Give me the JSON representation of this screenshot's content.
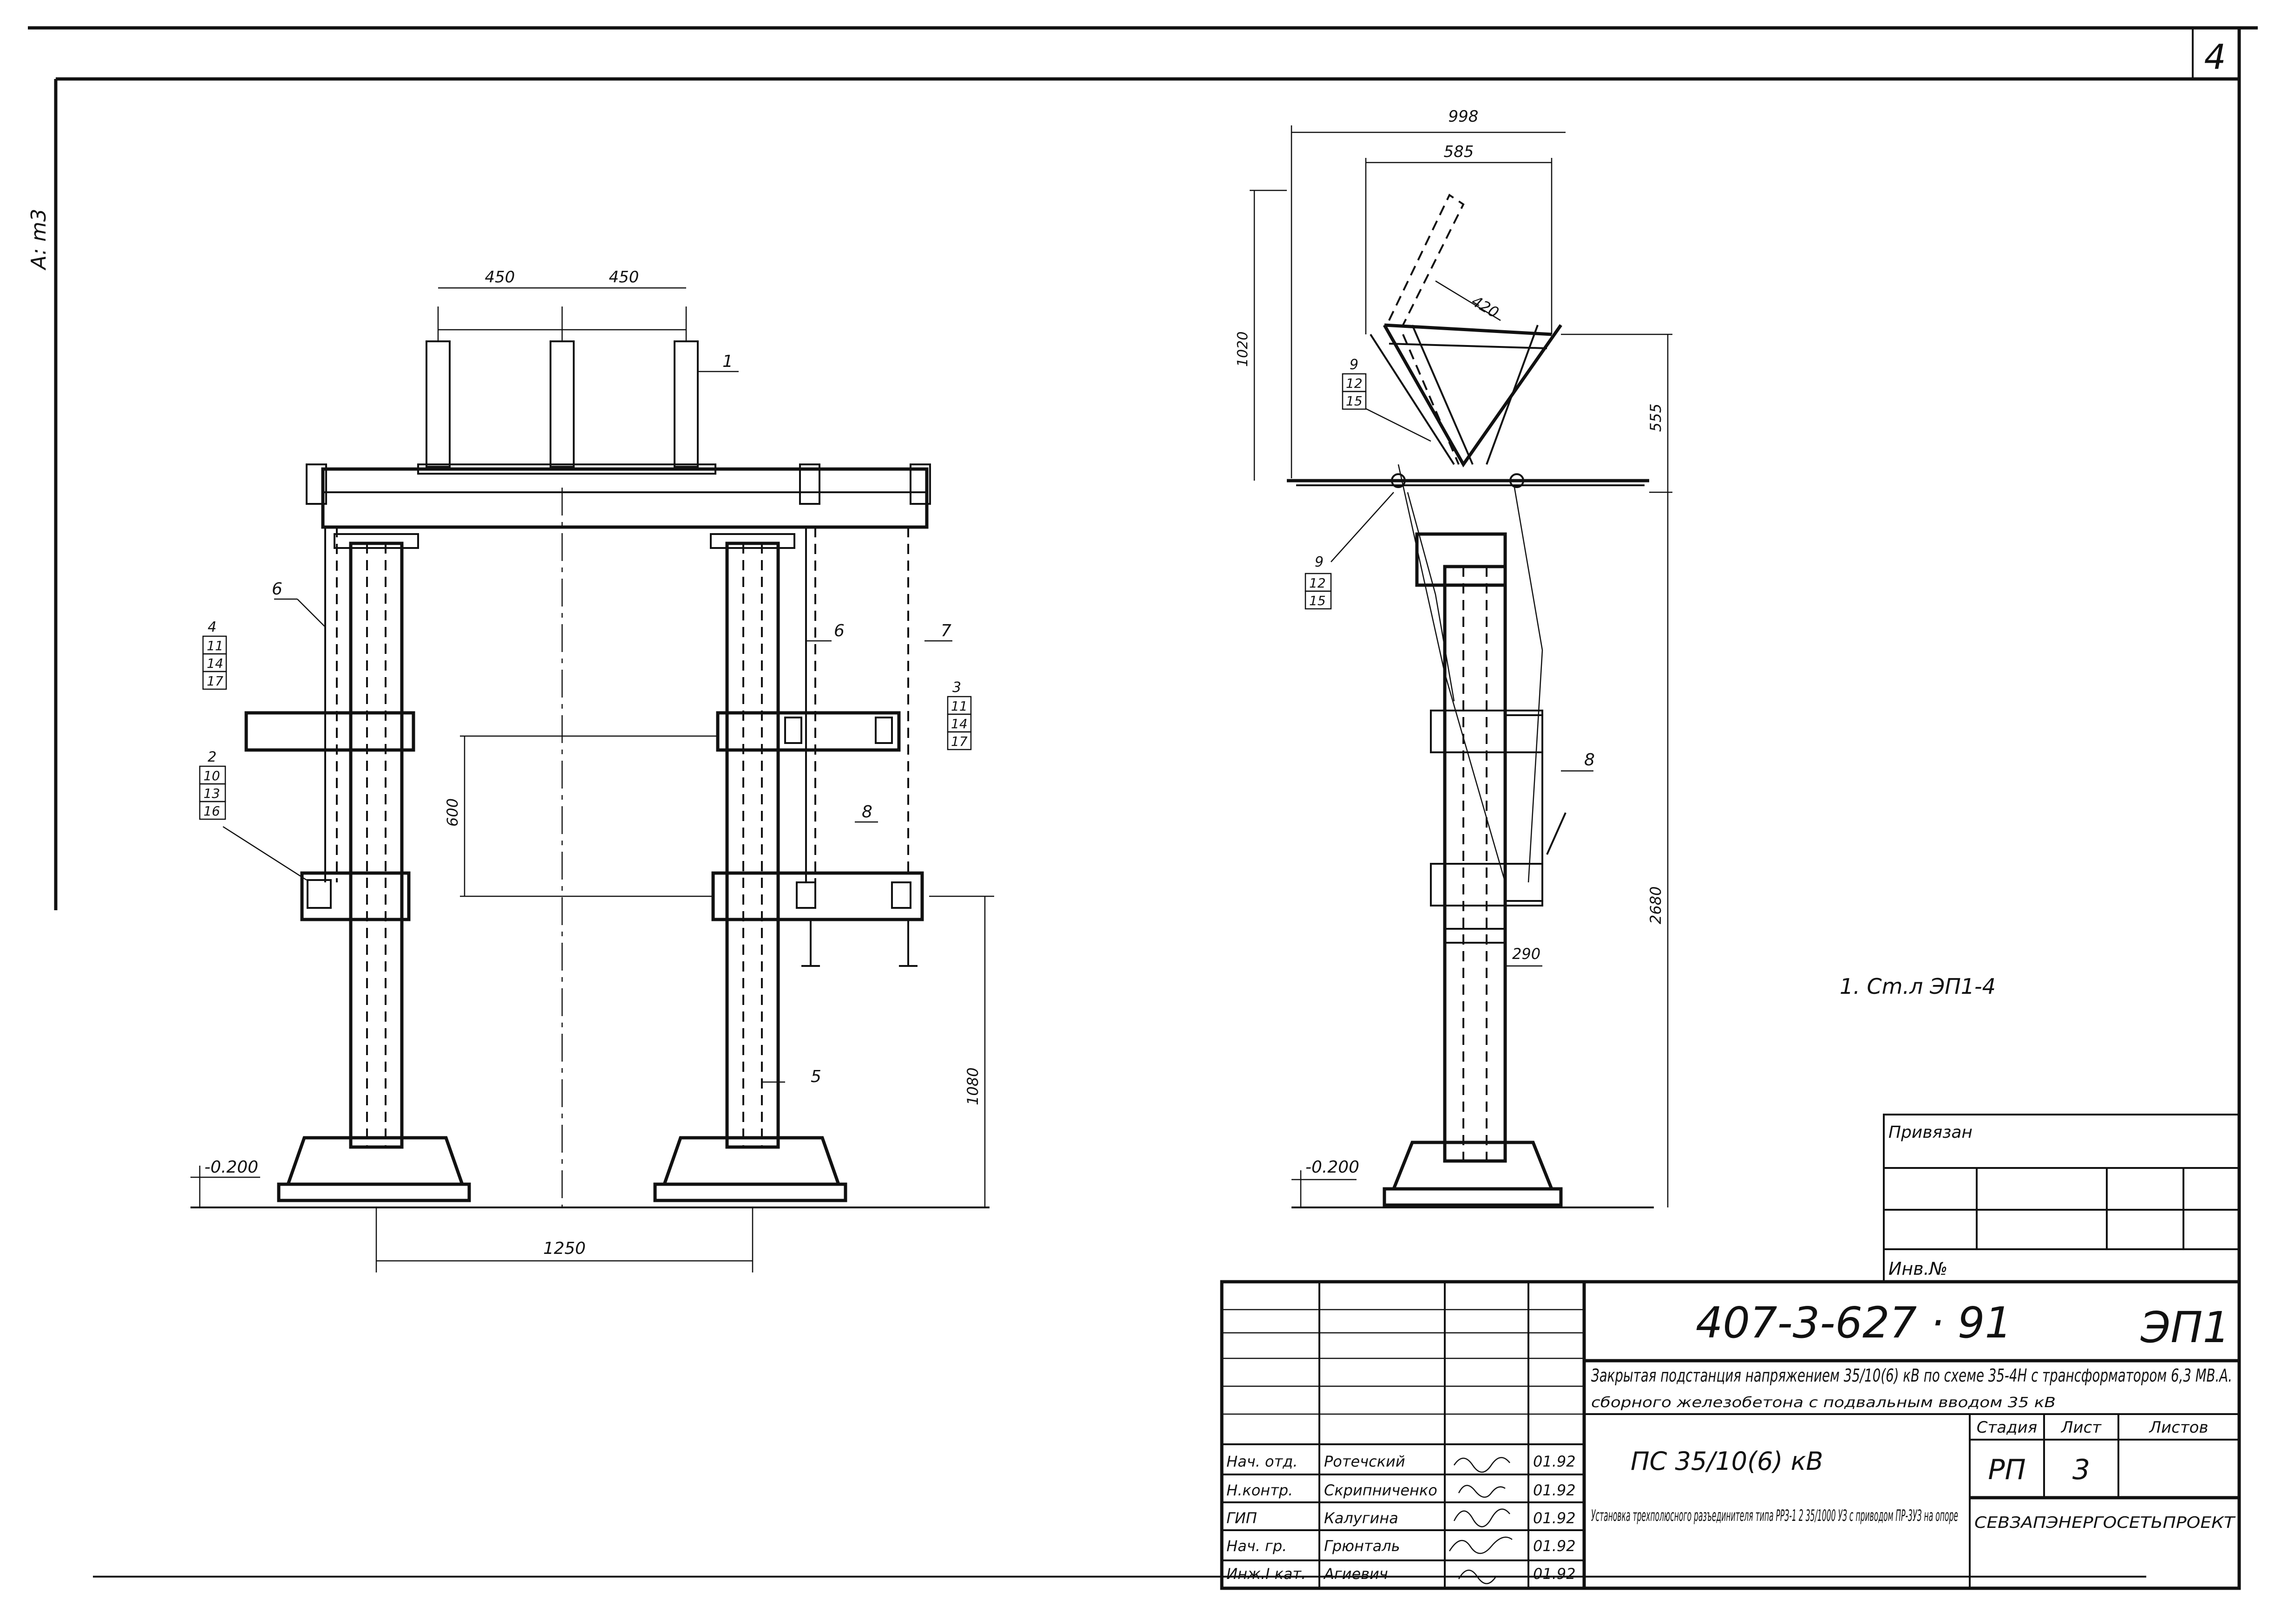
{
  "sheet": {
    "number": "4",
    "margin_note": "A: m3"
  },
  "front_view": {
    "dims": {
      "phase_spacing_1": "450",
      "phase_spacing_2": "450",
      "base_width": "1250",
      "height_600": "600",
      "height_1080": "1080",
      "level": "-0.200"
    },
    "labels": {
      "p1": "1",
      "p6a": "6",
      "p6b": "6",
      "p7": "7",
      "p8": "8",
      "p5": "5",
      "left_upper": [
        "4",
        "11",
        "14",
        "17"
      ],
      "left_lower": [
        "2",
        "10",
        "13",
        "16"
      ],
      "right_group": [
        "3",
        "11",
        "14",
        "17"
      ]
    }
  },
  "side_view": {
    "dims": {
      "top_998": "998",
      "top_585": "585",
      "blade_420": "420",
      "height_1020": "1020",
      "height_555": "555",
      "height_2680": "2680",
      "offset_290": "290",
      "level": "-0.200"
    },
    "labels": {
      "group_top": [
        "9",
        "12",
        "15"
      ],
      "group_mid": [
        "9",
        "12",
        "15"
      ],
      "p8": "8"
    }
  },
  "note": "1. Cm.л ЭП1-4",
  "stamp": {
    "privyazan": "Привязан",
    "inv_no": "Инв.№",
    "doc_code": "407-3-627 · 91",
    "mark": "ЭП1",
    "object_title": "Закрытая подстанция напряжением 35/10(6) кВ по схеме 35-4Н с трансформатором 6,3 МВ.А.",
    "object_subtitle": "сборного железобетона с подвальным вводом 35 кВ",
    "unit_name": "ПС 35/10(6) кВ",
    "drawing_title": "Установка трехполюсного разъединителя типа РРЗ-1 2 35/1000 УЗ с приводом ПР-3УЗ на опоре",
    "headers": {
      "stage": "Стадия",
      "sheet": "Лист",
      "sheets": "Листов"
    },
    "values": {
      "stage": "РП",
      "sheet": "3",
      "sheets": ""
    },
    "organization": "СЕВЗАПЭНЕРГОСЕТЬПРОЕКТ",
    "signatures": [
      {
        "role": "Нач. отд.",
        "name": "Ротечский",
        "date": "01.92"
      },
      {
        "role": "Н.контр.",
        "name": "Скрипниченко",
        "date": "01.92"
      },
      {
        "role": "ГИП",
        "name": "Калугина",
        "date": "01.92"
      },
      {
        "role": "Нач. гр.",
        "name": "Грюнталь",
        "date": "01.92"
      },
      {
        "role": "Инж.I кат.",
        "name": "Агиевич",
        "date": "01.92"
      }
    ]
  }
}
